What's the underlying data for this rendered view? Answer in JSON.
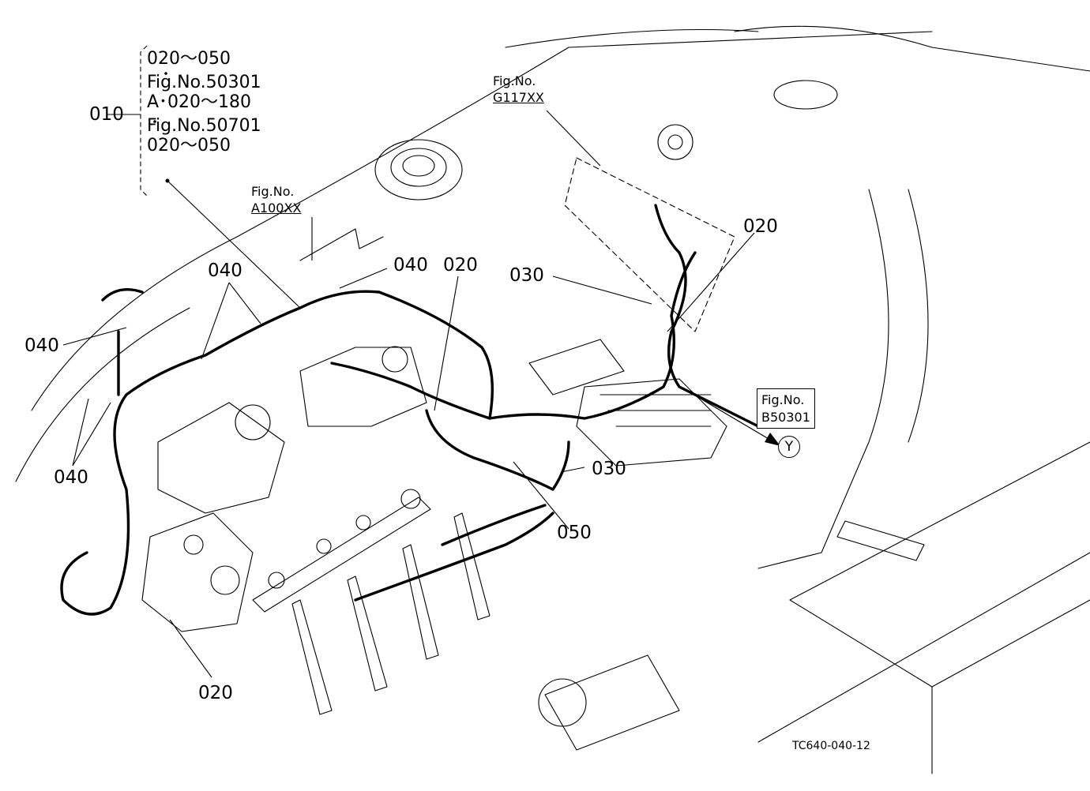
{
  "callout_group": {
    "ref": "010",
    "lines": [
      "020～050",
      "Fig.No.50301",
      "A･020～180",
      "Fig.No.50701",
      "020～050"
    ]
  },
  "fig_refs": {
    "a100": {
      "label": "Fig.No.",
      "code": "A100XX"
    },
    "g117": {
      "label": "Fig.No.",
      "code": "G117XX"
    },
    "b50301": {
      "label": "Fig.No.",
      "code": "B50301",
      "marker": "Y"
    }
  },
  "callouts": {
    "c040_top": "040",
    "c040_left": "040",
    "c040_bottom": "040",
    "c040_mid": "040",
    "c020_mid": "020",
    "c020_right": "020",
    "c020_bottom": "020",
    "c030_upper": "030",
    "c030_lower": "030",
    "c050": "050"
  },
  "drawing_code": "TC640-040-12"
}
